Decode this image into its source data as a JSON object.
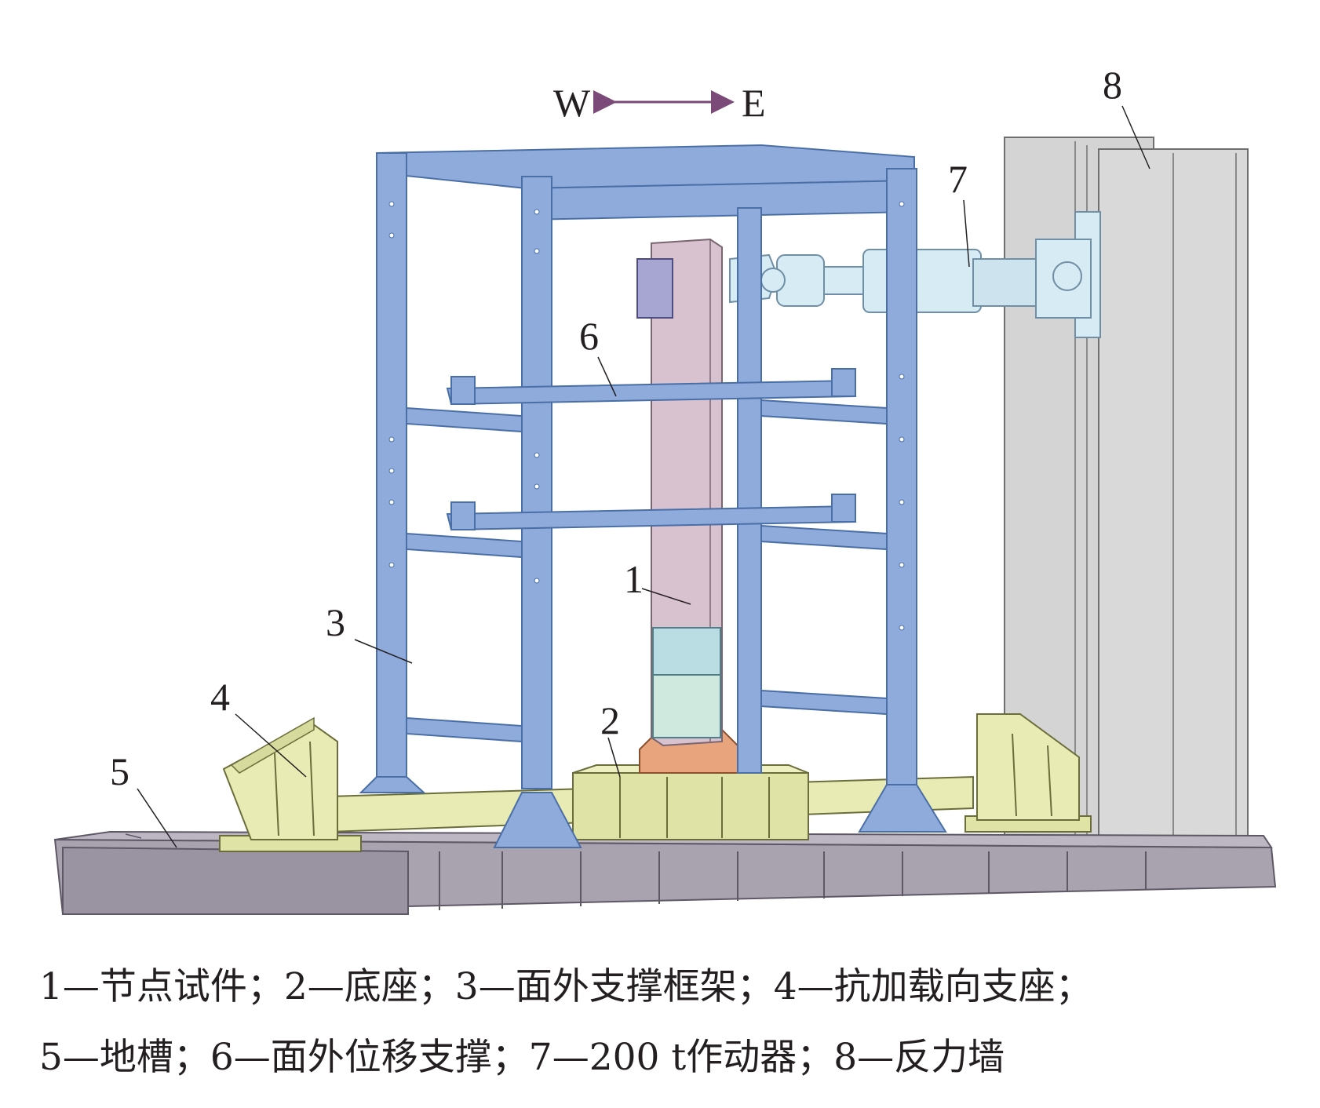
{
  "direction": {
    "west": "W",
    "east": "E",
    "arrow_color": "#7b4a79"
  },
  "labels": {
    "specimen": "1",
    "base": "2",
    "support_frame": "3",
    "reaction_support": "4",
    "floor_trench": "5",
    "lateral_brace": "6",
    "actuator": "7",
    "reaction_wall": "8"
  },
  "caption": {
    "line1": "1—节点试件；2—底座；3—面外支撑框架；4—抗加载向支座；",
    "line2": "5—地槽；6—面外位移支撑；7—200 t作动器；8—反力墙"
  },
  "colors": {
    "frame": "#8fabdc",
    "frame_edge": "#4a6fa6",
    "column": "#d9c2cf",
    "base_plate": "#e8a47d",
    "support": "#e8ebb4",
    "floor": "#a9a3b0",
    "wall": "#d4d4d4",
    "actuator": "#d6ebf3"
  }
}
